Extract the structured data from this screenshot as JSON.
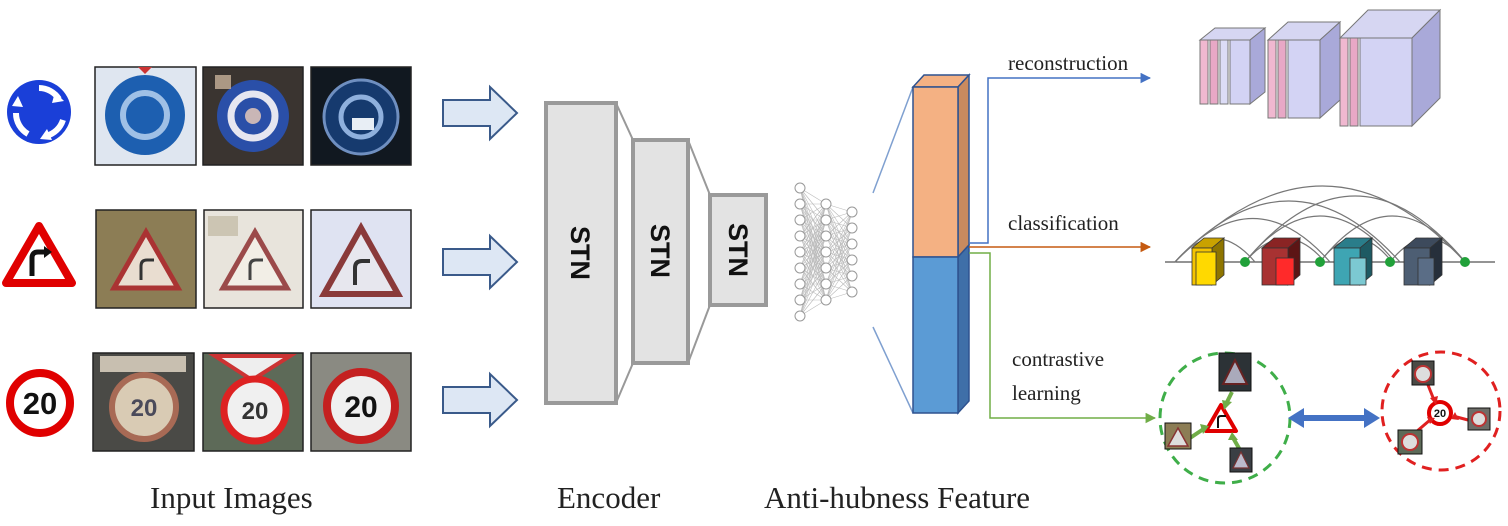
{
  "captions": {
    "input": "Input Images",
    "encoder": "Encoder",
    "feature": "Anti-hubness Feature"
  },
  "encoder": {
    "block_labels": [
      "STN",
      "STN",
      "STN"
    ]
  },
  "branches": {
    "reconstruction": "reconstruction",
    "classification": "classification",
    "contrastive_line1": "contrastive",
    "contrastive_line2": "learning"
  },
  "signs": {
    "speed_limit": "20"
  },
  "colors": {
    "reconstruction_arrow": "#4472c4",
    "classification_arrow": "#c55a11",
    "contrastive_arrow": "#70ad47",
    "feature_top": "#f4b183",
    "feature_bottom": "#5b9bd5",
    "positive_cluster": "#3fae49",
    "negative_cluster": "#e02020",
    "compare_arrow": "#4472c4"
  }
}
